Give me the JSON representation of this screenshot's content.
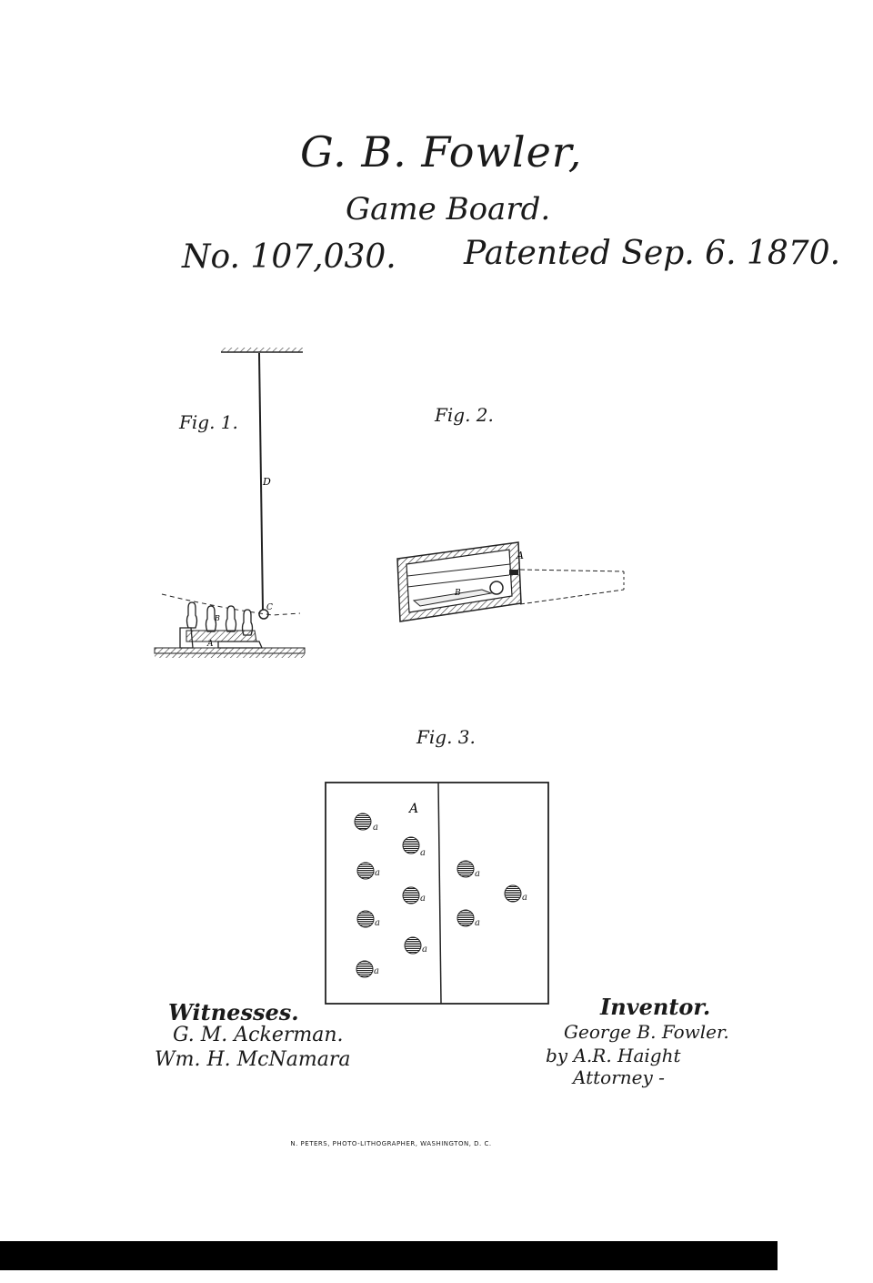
{
  "header": {
    "inventor_name": "G. B. Fowler,",
    "title": "Game Board.",
    "patent_number": "No. 107,030.",
    "patent_date": "Patented Sep. 6. 1870."
  },
  "figures": {
    "fig1": {
      "label": "Fig. 1.",
      "ref_D": "D",
      "ref_B": "B",
      "ref_A": "A",
      "ref_C": "C"
    },
    "fig2": {
      "label": "Fig. 2.",
      "ref_A": "A",
      "ref_B": "B"
    },
    "fig3": {
      "label": "Fig. 3.",
      "ref_A": "A",
      "ref_a": "a"
    }
  },
  "signatures": {
    "witnesses_label": "Witnesses.",
    "witness_1": "G. M. Ackerman.",
    "witness_2": "Wm. H. McNamara",
    "inventor_label": "Inventor.",
    "inventor_sig": "George B. Fowler.",
    "by_attorney": "by A.R. Haight",
    "attorney_word": "Attorney -"
  },
  "footer": {
    "printer": "N. PETERS, PHOTO-LITHOGRAPHER, WASHINGTON, D. C."
  }
}
